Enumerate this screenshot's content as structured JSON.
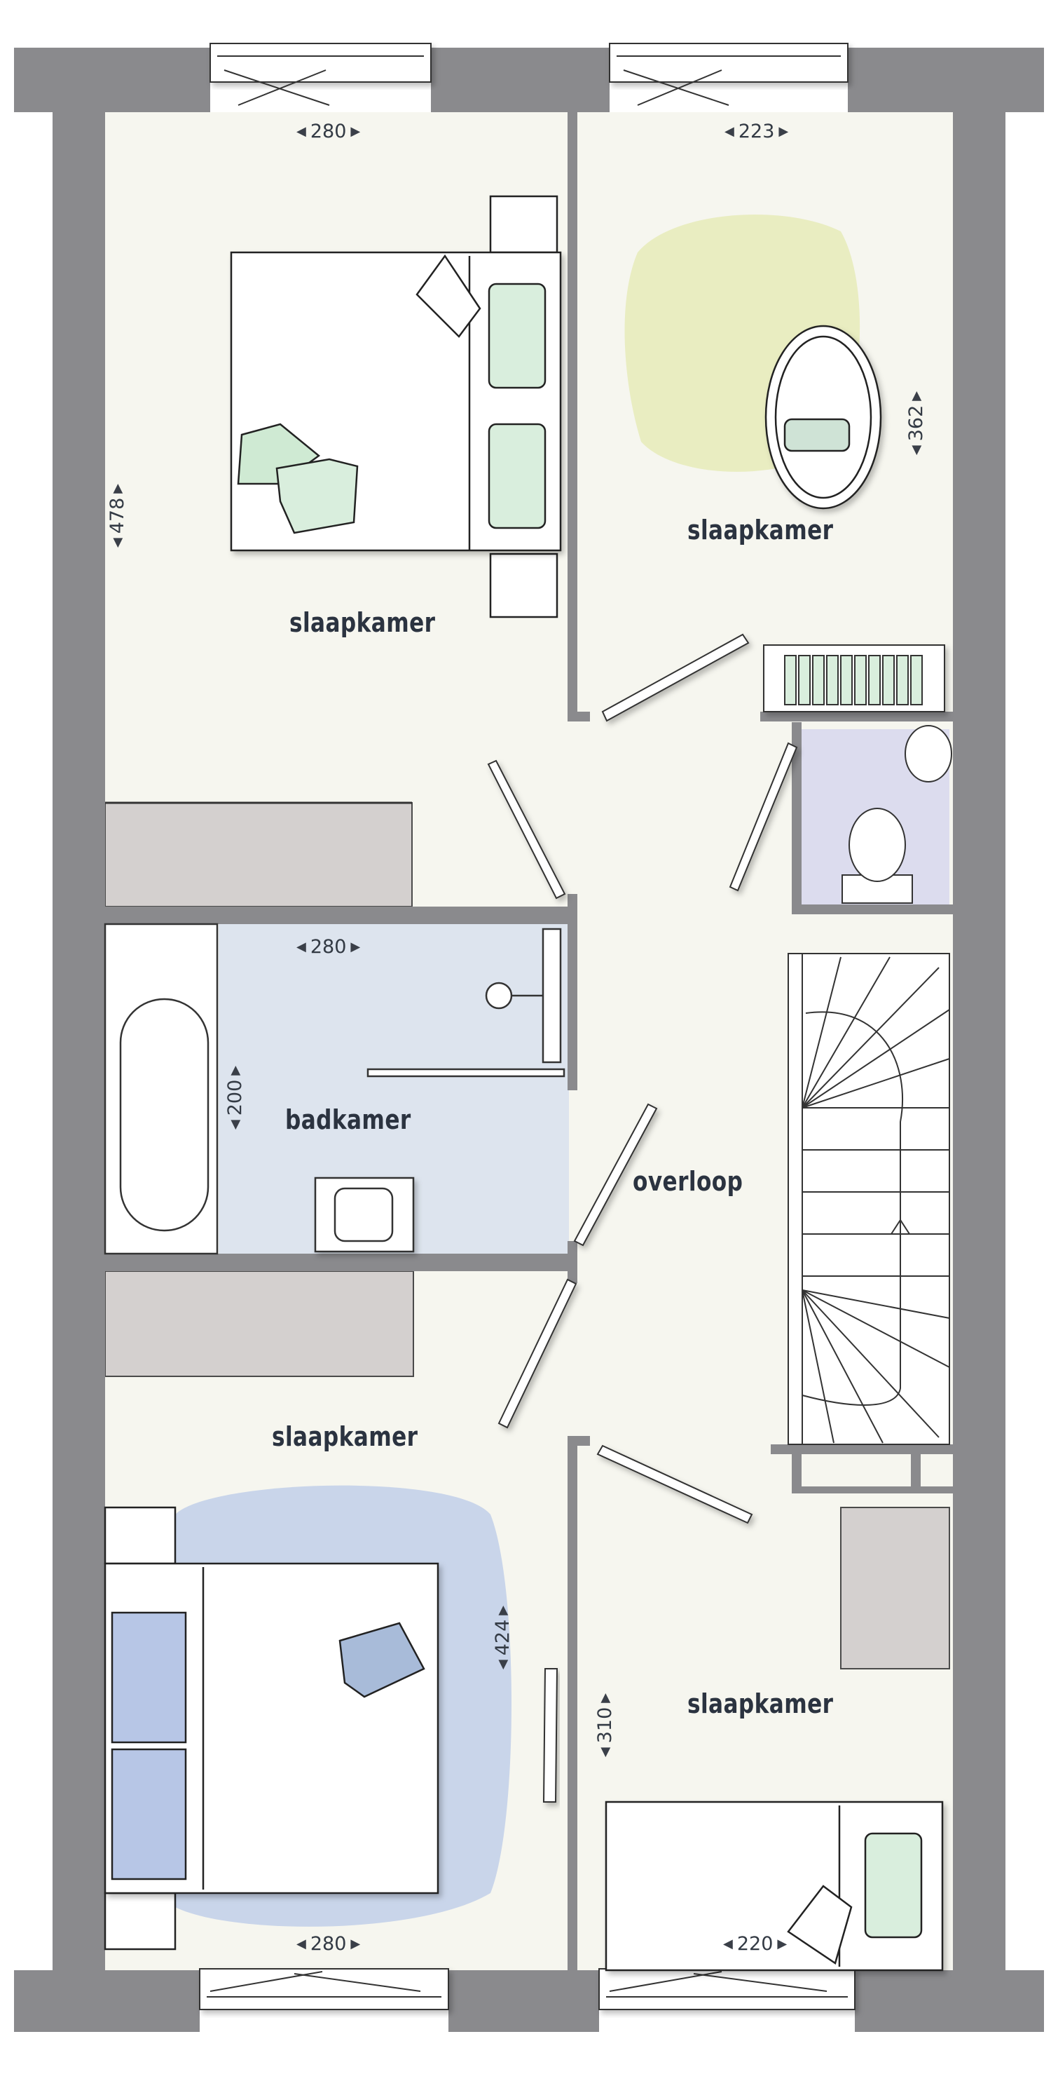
{
  "rooms": {
    "bedroom_top_left": "slaapkamer",
    "bedroom_top_right": "slaapkamer",
    "bathroom": "badkamer",
    "landing": "overloop",
    "bedroom_bottom_left": "slaapkamer",
    "bedroom_bottom_right": "slaapkamer"
  },
  "dimensions": {
    "top_left_width": "280",
    "top_right_width": "223",
    "top_left_depth": "478",
    "top_right_depth": "362",
    "bath_width": "280",
    "bath_depth": "200",
    "bottom_left_depth": "424",
    "bottom_right_depth": "310",
    "bottom_left_width": "280",
    "bottom_right_width": "220"
  },
  "colors": {
    "wall": "#8a8a8d",
    "floor": "#f6f6ef",
    "bathroom": "#dde4ee",
    "toilet_room": "#dcdcee",
    "wardrobe": "#d4d0cf",
    "yellow_rug": "#e6ebb8",
    "blue_rug": "#c1cfe9",
    "green_pillow": "#d9eedd",
    "blue_pillow": "#b7c6e6"
  }
}
